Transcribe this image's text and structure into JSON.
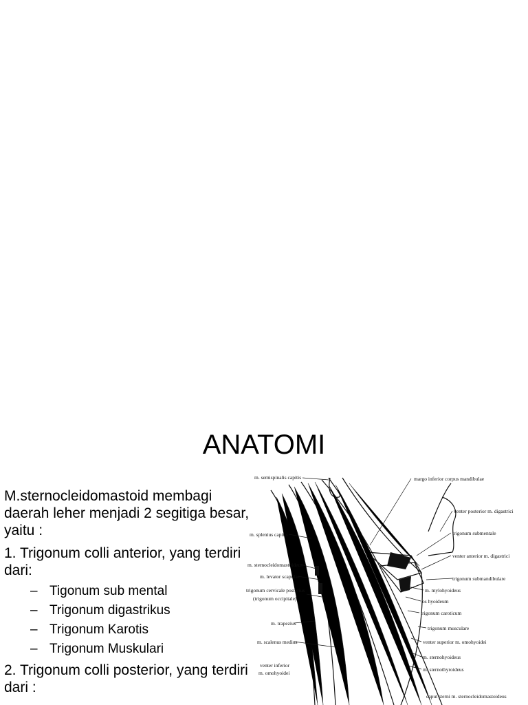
{
  "slide": {
    "title": "ANATOMI",
    "paragraphs": [
      {
        "text": "M.sternocleidomastoid membagi daerah leher menjadi 2 segitiga besar, yaitu :"
      },
      {
        "text": "1. Trigonum colli anterior, yang terdiri dari:"
      }
    ],
    "sub_items": [
      {
        "dash": "–",
        "text": "Tigonum sub mental"
      },
      {
        "dash": "–",
        "text": "Trigonum digastrikus"
      },
      {
        "dash": "–",
        "text": "Trigonum Karotis"
      },
      {
        "dash": "–",
        "text": "Trigonum Muskulari"
      }
    ],
    "paragraph_last": "2. Trigonum colli posterior, yang terdiri dari :"
  },
  "figure": {
    "labels_left": [
      "m. semispinalis capitis",
      "m. splenius capitis",
      "m. sternocleidomastoideus",
      "m. levator scapulae",
      "trigonum cervicale posterius",
      "(trigonum occipitale)",
      "m. trapezius",
      "m. scalenus medius",
      "venter inferior",
      "m. omohyoidei"
    ],
    "labels_right": [
      "margo inferior corpus mandibulae",
      "venter posterior m. digastrici",
      "trigonum submentale",
      "venter anterior m. digastrici",
      "trigonum submandibulare",
      "m. mylohyoideus",
      "os hyoideum",
      "trigonum caroticum",
      "trigonum musculare",
      "venter superior m. omohyoidei",
      "m. sternohyoideus",
      "m. sternothyroideus",
      "caput sterni m. sternocleidomastoideus"
    ]
  }
}
